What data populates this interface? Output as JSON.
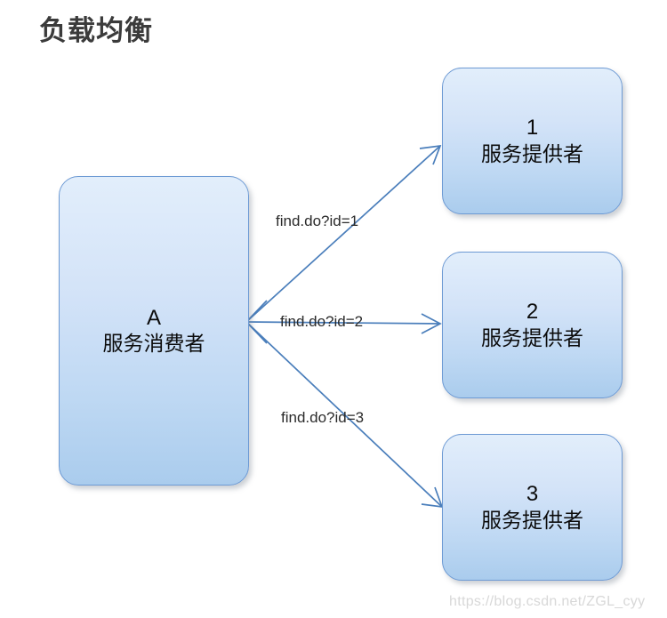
{
  "diagram": {
    "title": "负载均衡",
    "consumer": {
      "id": "A",
      "label": "服务消费者"
    },
    "providers": [
      {
        "id": "1",
        "label": "服务提供者"
      },
      {
        "id": "2",
        "label": "服务提供者"
      },
      {
        "id": "3",
        "label": "服务提供者"
      }
    ],
    "edges": [
      {
        "label": "find.do?id=1"
      },
      {
        "label": "find.do?id=2"
      },
      {
        "label": "find.do?id=3"
      }
    ],
    "colors": {
      "node_border": "#6d9ad4",
      "node_fill_top": "#e2eefb",
      "node_fill_bottom": "#aacced",
      "edge_line": "#4a7ebb",
      "title_text": "#3b3b3b",
      "watermark_text": "#d8d8d8"
    }
  },
  "watermark": {
    "text": "https://blog.csdn.net/ZGL_cyy"
  }
}
